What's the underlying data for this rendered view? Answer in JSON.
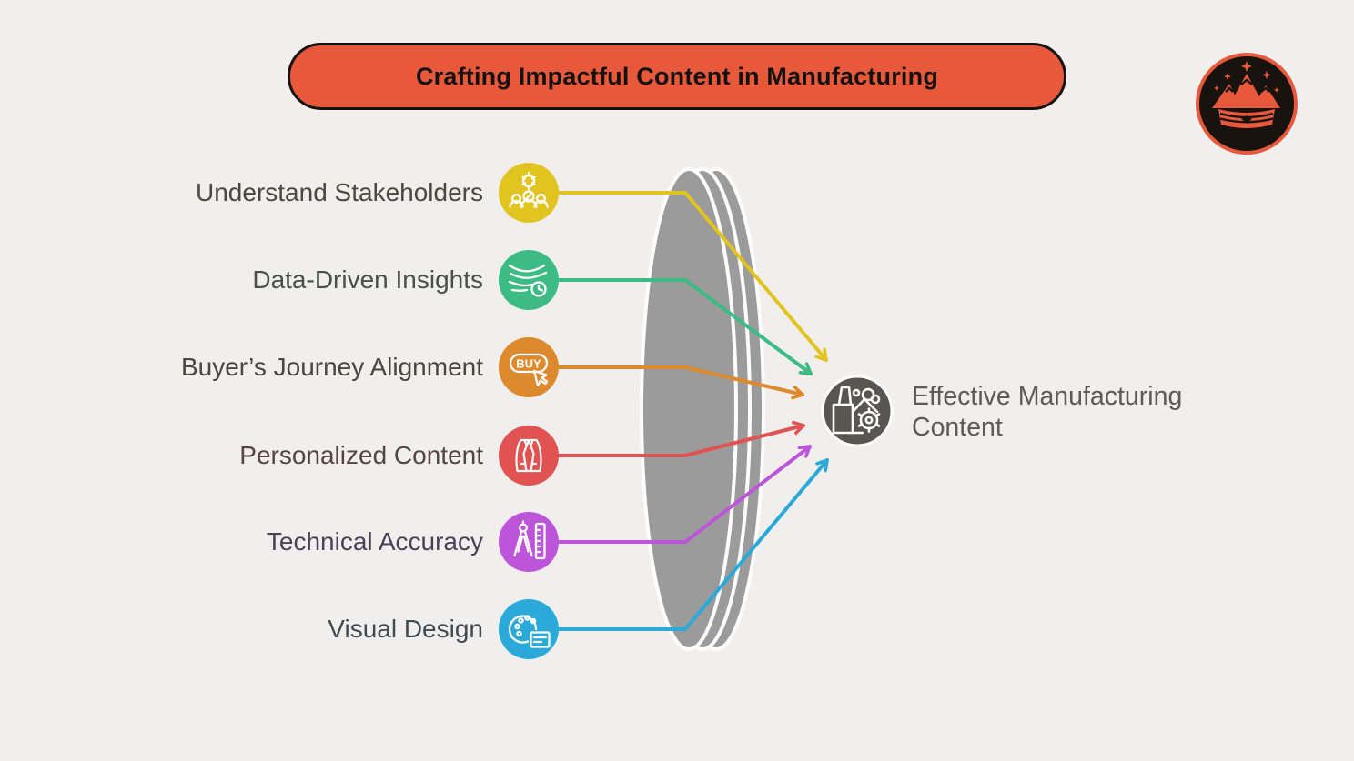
{
  "title": "Crafting Impactful Content in Manufacturing",
  "logo": {
    "name": "mountain-crown-logo"
  },
  "items": [
    {
      "label": "Understand Stakeholders",
      "icon": "stakeholders-gear-people-icon",
      "color": "#e2c421",
      "label_color": "#4a493c"
    },
    {
      "label": "Data-Driven Insights",
      "icon": "data-flow-clock-icon",
      "color": "#3dbb85",
      "label_color": "#47504a"
    },
    {
      "label": "Buyer’s Journey Alignment",
      "icon": "buy-button-cursor-icon",
      "color": "#dd8a2e",
      "label_color": "#4b463e",
      "icon_text": "BUY"
    },
    {
      "label": "Personalized Content",
      "icon": "tailored-jacket-icon",
      "color": "#e15350",
      "label_color": "#564346"
    },
    {
      "label": "Technical Accuracy",
      "icon": "compass-ruler-icon",
      "color": "#bc55d9",
      "label_color": "#494359"
    },
    {
      "label": "Visual Design",
      "icon": "palette-document-icon",
      "color": "#2ba9d9",
      "label_color": "#3e4b54"
    }
  ],
  "result": {
    "label": "Effective Manufacturing Content",
    "icon": "factory-gear-icon",
    "color": "#595551"
  },
  "colors": {
    "background": "#f0efee",
    "banner": "#e8593c",
    "banner_border": "#161412",
    "lens": "#9b9b9b",
    "lens_outline": "#fcfcfc",
    "logo_accent": "#e8593c",
    "logo_bg": "#191310"
  }
}
